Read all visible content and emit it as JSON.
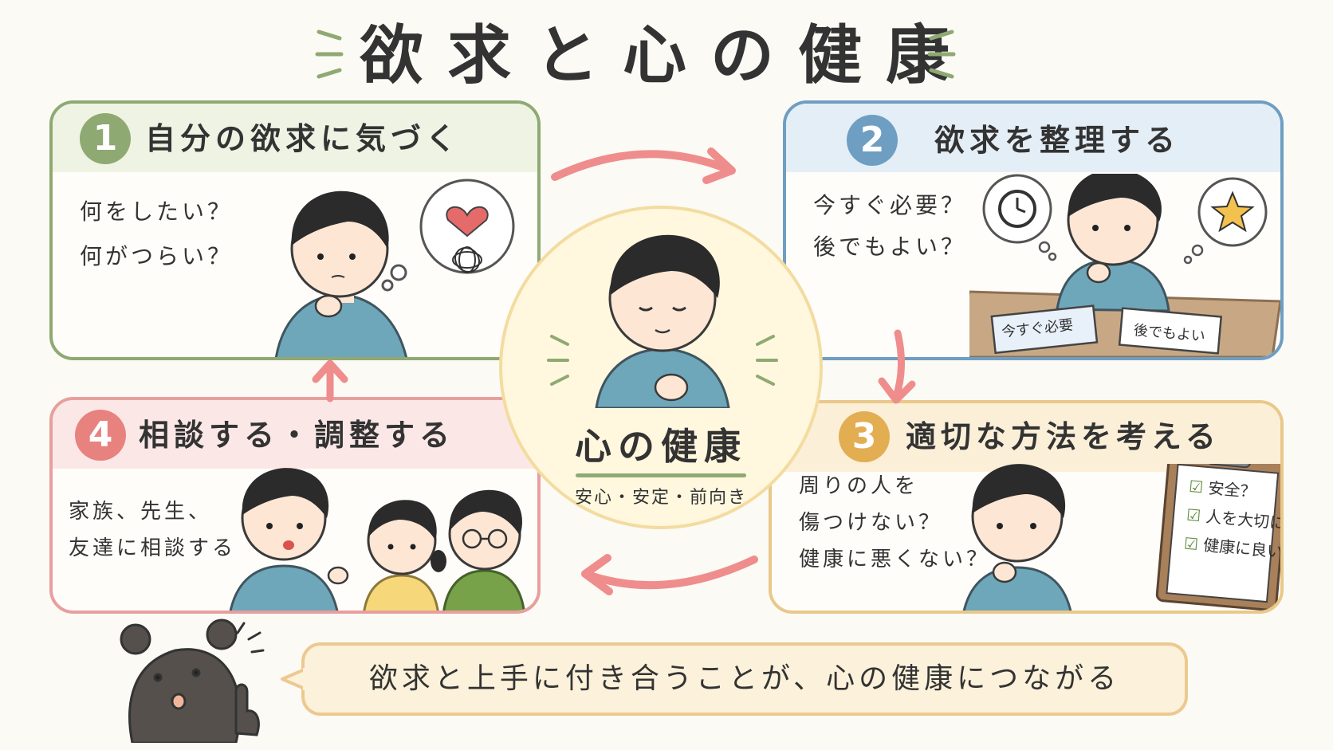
{
  "title": "欲求と心の健康",
  "center": {
    "title": "心の健康",
    "subtitle": "安心・安定・前向き"
  },
  "steps": [
    {
      "number": "1",
      "title": "自分の欲求に気づく",
      "lines": [
        "何をしたい？",
        "何がつらい？"
      ],
      "color": "#8fa972"
    },
    {
      "number": "2",
      "title": "欲求を整理する",
      "lines": [
        "今すぐ必要？",
        "後でもよい？"
      ],
      "cards": [
        "今すぐ必要",
        "後でもよい"
      ],
      "color": "#6e9ec2"
    },
    {
      "number": "3",
      "title": "適切な方法を考える",
      "lines": [
        "周りの人を",
        "傷つけない？",
        "健康に悪くない？"
      ],
      "checklist": [
        "安全？",
        "人を大切に？",
        "健康に良い？"
      ],
      "color": "#e3ad52"
    },
    {
      "number": "4",
      "title": "相談する・調整する",
      "lines": [
        "家族、先生、",
        "友達に相談する"
      ],
      "color": "#e8827f"
    }
  ],
  "message": "欲求と上手に付き合うことが、心の健康につながる",
  "colors": {
    "arrow": "#ef8d8d",
    "skin": "#fde6d4",
    "hair": "#2b2b2b",
    "shirt": "#6fa7ba",
    "bear": "#55504c"
  },
  "icons": [
    "heart-icon",
    "tangle-icon",
    "clock-icon",
    "star-icon",
    "clipboard-icon",
    "checkmark-icon",
    "bear-icon"
  ]
}
